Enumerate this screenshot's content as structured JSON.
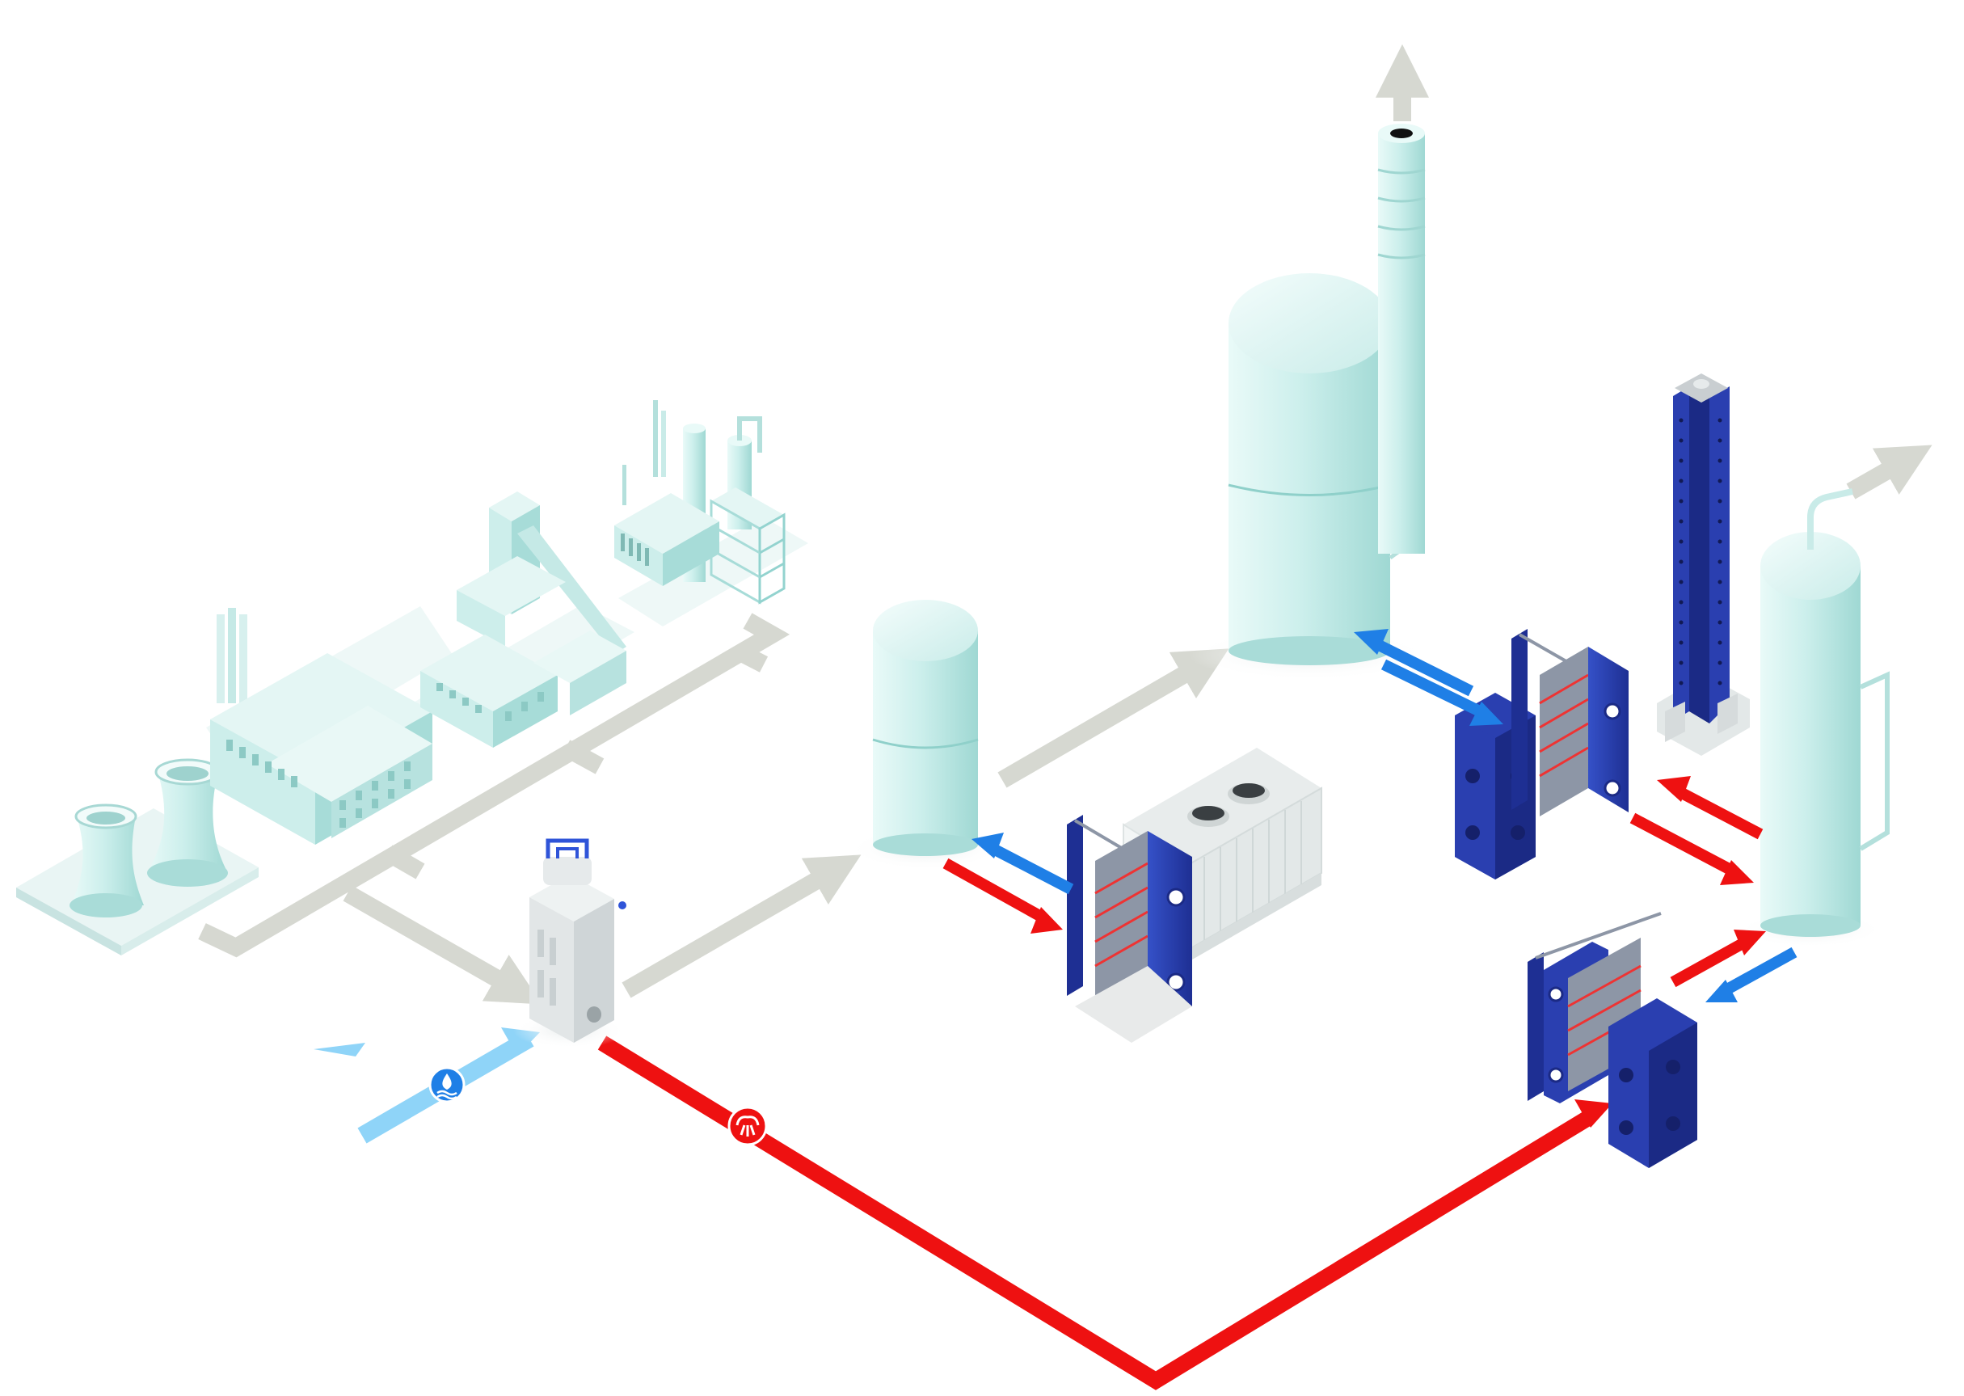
{
  "diagram": {
    "type": "isometric-process-flow",
    "has_text_labels": false,
    "colors": {
      "background": "#ffffff",
      "grey_flow": "#d6d8d1",
      "red_flow": "#ee1111",
      "blue_flow": "#1f7fe6",
      "light_blue_flow": "#8fd4f8",
      "equipment_teal_light": "#e3f6f4",
      "equipment_teal_mid": "#c3ebe8",
      "equipment_teal_dark": "#93d3cf",
      "exchanger_blue": "#2a3fb0",
      "exchanger_blue_dark": "#1b2a85",
      "exchanger_plate": "#8d96a6",
      "cooling_tower_white": "#f3f6f6"
    },
    "nodes": [
      {
        "id": "cooling-towers",
        "icon": "cooling-tower-icon"
      },
      {
        "id": "factory",
        "icon": "factory-icon"
      },
      {
        "id": "mine-facility",
        "icon": "mine-headframe-icon"
      },
      {
        "id": "refinery",
        "icon": "refinery-icon"
      },
      {
        "id": "evaporator",
        "icon": "evaporator-icon"
      },
      {
        "id": "small-tank",
        "icon": "storage-tank-icon"
      },
      {
        "id": "large-tank",
        "icon": "storage-tank-icon"
      },
      {
        "id": "stack",
        "icon": "chimney-stack-icon"
      },
      {
        "id": "cooling-tower-unit",
        "icon": "cooling-tower-unit-icon"
      },
      {
        "id": "plate-heat-exchanger-1",
        "icon": "plate-heat-exchanger-icon"
      },
      {
        "id": "plate-heat-exchanger-2",
        "icon": "plate-heat-exchanger-icon"
      },
      {
        "id": "plate-heat-exchanger-3",
        "icon": "plate-heat-exchanger-icon"
      },
      {
        "id": "vertical-exchanger-column",
        "icon": "column-exchanger-icon"
      },
      {
        "id": "reactor-column",
        "icon": "reactor-column-icon"
      },
      {
        "id": "water-inlet",
        "icon": "water-drop-icon"
      },
      {
        "id": "steam-line",
        "icon": "steam-icon"
      }
    ]
  }
}
